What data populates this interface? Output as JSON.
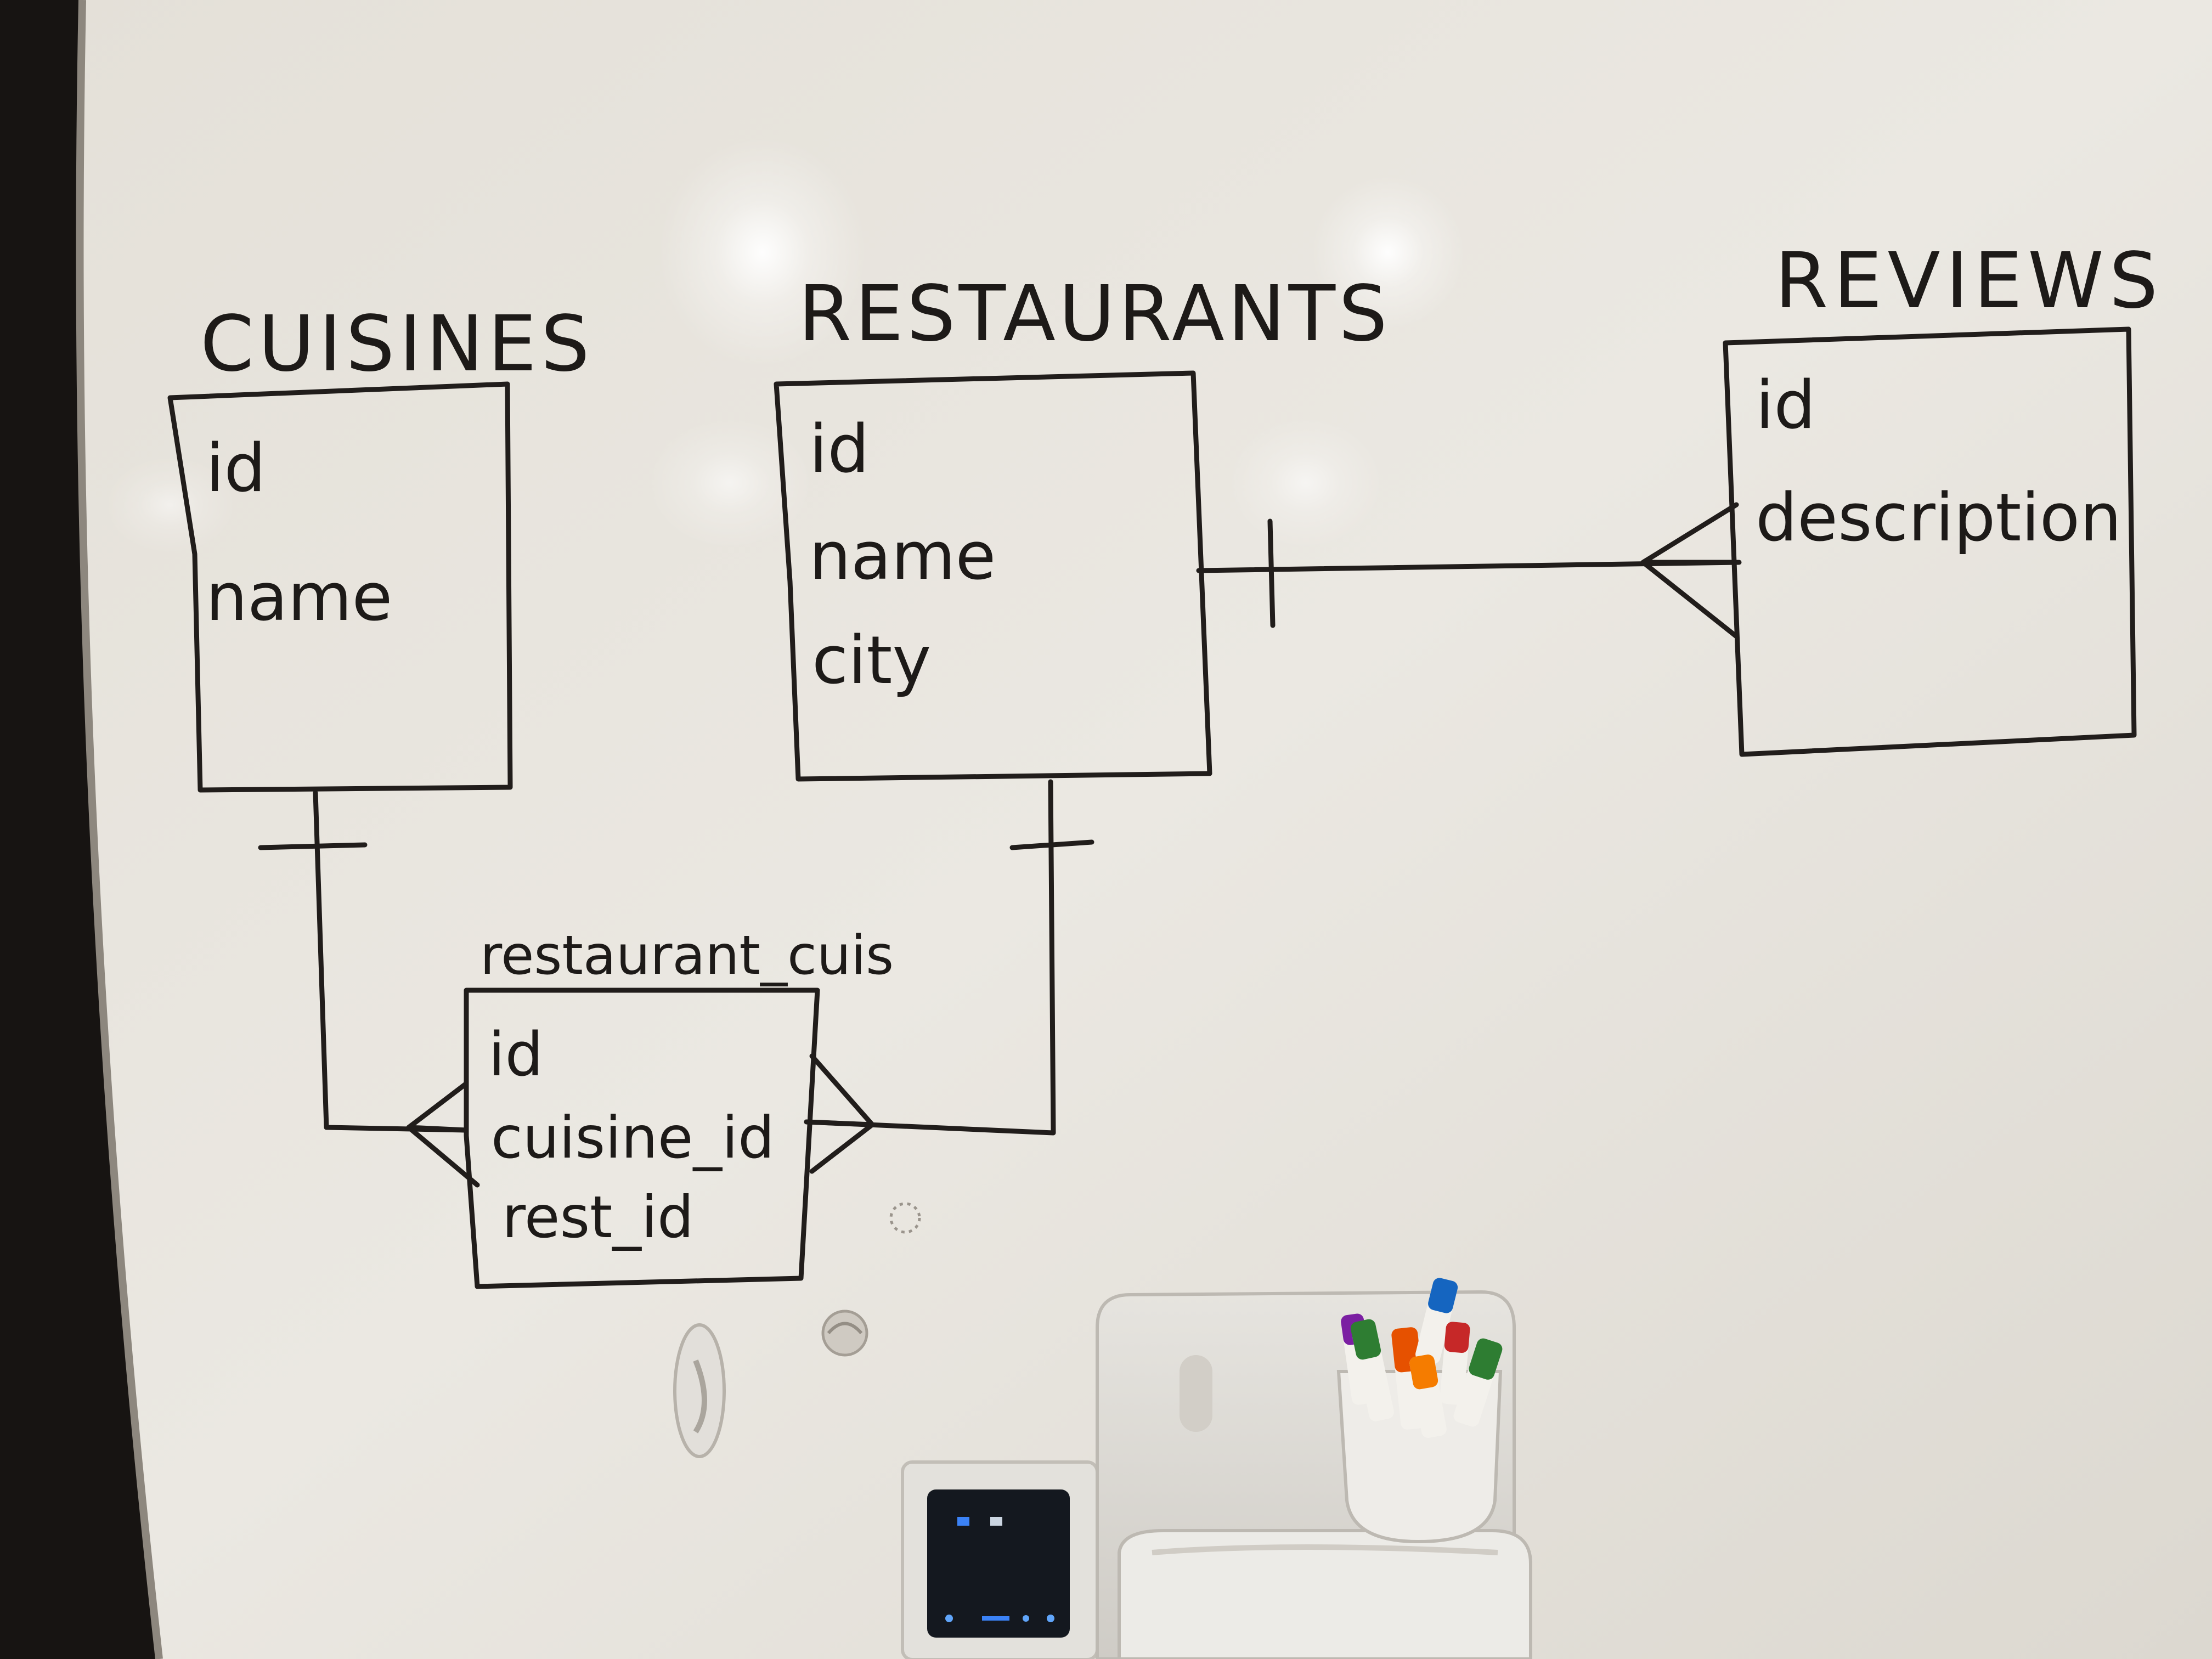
{
  "diagram": {
    "tables": [
      {
        "name": "CUISINES",
        "fields": [
          "id",
          "name"
        ]
      },
      {
        "name": "RESTAURANTS",
        "fields": [
          "id",
          "name",
          "city"
        ]
      },
      {
        "name": "REVIEWS",
        "fields": [
          "id",
          "description"
        ]
      },
      {
        "name": "restaurant_cuis",
        "fields": [
          "id",
          "cuisine_id",
          "rest_id"
        ]
      }
    ],
    "relationships": [
      {
        "from": "RESTAURANTS",
        "to": "REVIEWS",
        "type": "one-to-many"
      },
      {
        "from": "CUISINES",
        "to": "restaurant_cuis",
        "type": "one-to-many"
      },
      {
        "from": "RESTAURANTS",
        "to": "restaurant_cuis",
        "type": "one-to-many"
      }
    ]
  },
  "marker_colors": [
    "#2e7d32",
    "#e65100",
    "#1565c0",
    "#c62828",
    "#7b1fa2",
    "#f57c00"
  ],
  "board_color": "#e9e6e0",
  "ink_color": "#211d1b"
}
